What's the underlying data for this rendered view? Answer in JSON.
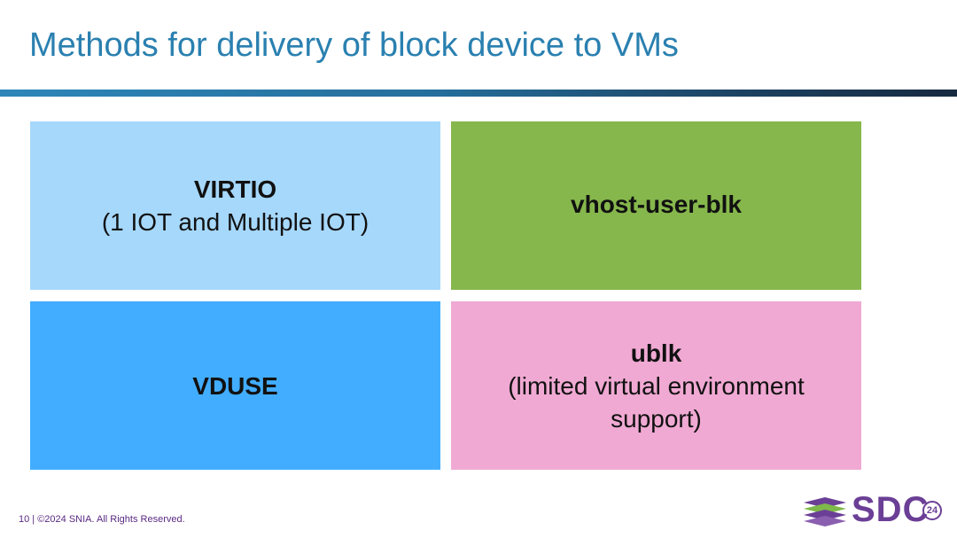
{
  "slide": {
    "title": "Methods for delivery of block device to VMs",
    "footer": "10 | ©2024 SNIA. All Rights Reserved."
  },
  "boxes": {
    "top_left": {
      "title": "VIRTIO",
      "subtitle": "(1 IOT and Multiple IOT)",
      "color": "#a6d8fc"
    },
    "top_right": {
      "title": "vhost-user-blk",
      "color": "#86b74c"
    },
    "bottom_left": {
      "title": "VDUSE",
      "color": "#42adff"
    },
    "bottom_right": {
      "title": "ublk",
      "subtitle_line1": "(limited virtual environment",
      "subtitle_line2": "support)",
      "color": "#f0a9d3"
    }
  },
  "logo": {
    "text": "SDC",
    "year": "24",
    "icon": "layered-stack-icon",
    "colors": {
      "purple": "#6b3f96",
      "green": "#7fb84a"
    }
  },
  "colors": {
    "title": "#2a80b0",
    "rule_start": "#2e86b8",
    "rule_end": "#172a40"
  }
}
